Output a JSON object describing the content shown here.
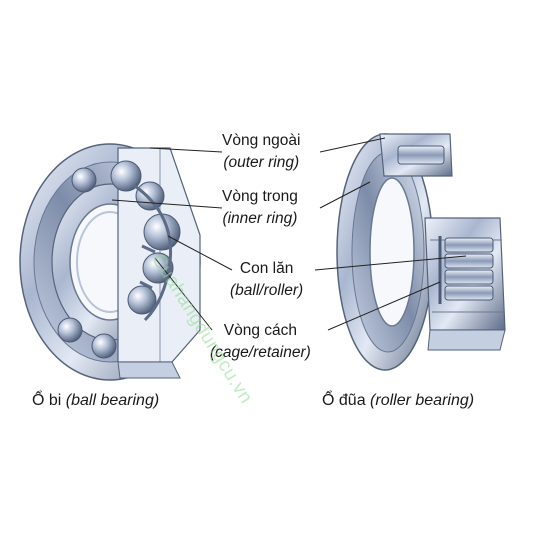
{
  "labels": {
    "outer_ring": {
      "vi": "Vòng ngoài",
      "en": "(outer ring)"
    },
    "inner_ring": {
      "vi": "Vòng trong",
      "en": "(inner ring)"
    },
    "roller": {
      "vi": "Con lăn",
      "en": "(ball/roller)"
    },
    "cage": {
      "vi": "Vòng cách",
      "en": "(cage/retainer)"
    }
  },
  "captions": {
    "ball_bearing": {
      "vi": "Ổ bi",
      "en": "(ball bearing)"
    },
    "roller_bearing": {
      "vi": "Ổ đũa",
      "en": "(roller bearing)"
    }
  },
  "watermark": "Cuahangdungcu.vn",
  "colors": {
    "steel_dark": "#5a6a86",
    "steel_mid": "#9aa8c2",
    "steel_light": "#dde5f2",
    "leader": "#222222",
    "watermark": "#8fdc8f"
  }
}
